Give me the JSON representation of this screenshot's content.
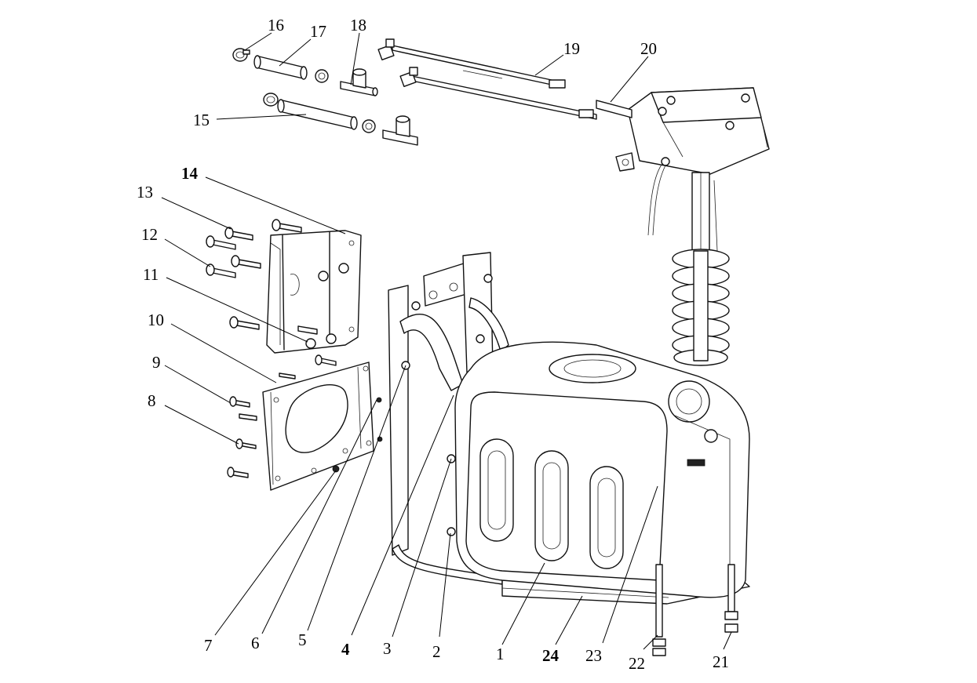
{
  "callouts": [
    {
      "id": "16",
      "label": "16"
    },
    {
      "id": "17",
      "label": "17"
    },
    {
      "id": "18",
      "label": "18"
    },
    {
      "id": "19",
      "label": "19"
    },
    {
      "id": "20",
      "label": "20"
    },
    {
      "id": "15",
      "label": "15"
    },
    {
      "id": "14",
      "label": "14"
    },
    {
      "id": "13",
      "label": "13"
    },
    {
      "id": "12",
      "label": "12"
    },
    {
      "id": "11",
      "label": "11"
    },
    {
      "id": "10",
      "label": "10"
    },
    {
      "id": "9",
      "label": "9"
    },
    {
      "id": "8",
      "label": "8"
    },
    {
      "id": "7",
      "label": "7"
    },
    {
      "id": "6",
      "label": "6"
    },
    {
      "id": "5",
      "label": "5"
    },
    {
      "id": "4",
      "label": "4"
    },
    {
      "id": "3",
      "label": "3"
    },
    {
      "id": "2",
      "label": "2"
    },
    {
      "id": "1",
      "label": "1"
    },
    {
      "id": "24",
      "label": "24"
    },
    {
      "id": "23",
      "label": "23"
    },
    {
      "id": "22",
      "label": "22"
    },
    {
      "id": "21",
      "label": "21"
    }
  ]
}
